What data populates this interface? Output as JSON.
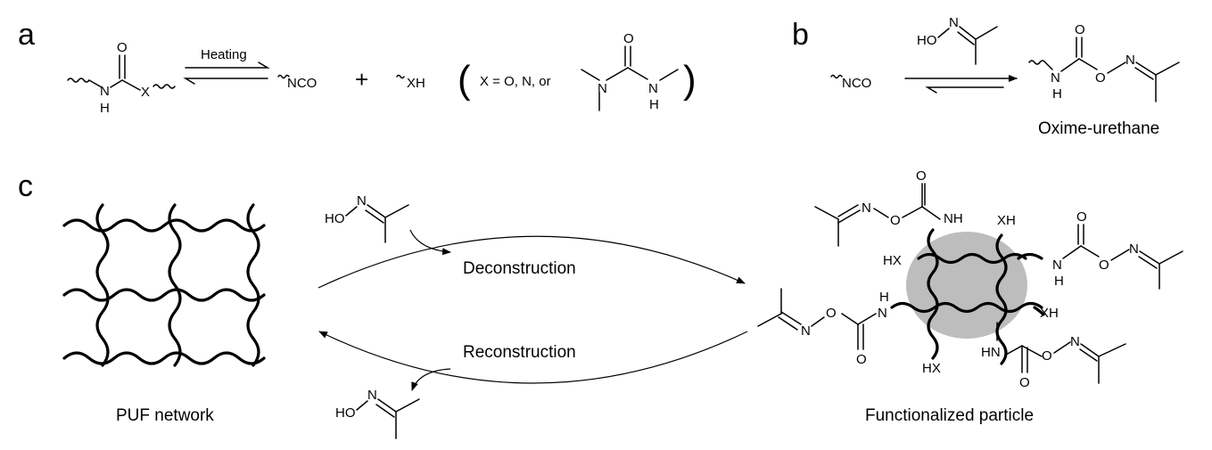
{
  "panels": {
    "a": "a",
    "b": "b",
    "c": "c"
  },
  "panel_a": {
    "condition": "Heating",
    "plus": "+",
    "paren_open": "(",
    "paren_close": ")",
    "x_def": "X = O, N, or",
    "atom_O": "O",
    "atom_H": "H",
    "atom_N": "N",
    "atom_X": "X",
    "atom_NH": "N",
    "nco": "NCO",
    "xh": "XH"
  },
  "panel_b": {
    "reagent_ho": "HO",
    "reagent_n": "N",
    "nco": "NCO",
    "product_label": "Oxime-urethane",
    "atom_O": "O",
    "atom_N": "N",
    "atom_H": "H"
  },
  "panel_c": {
    "left_label": "PUF network",
    "right_label": "Functionalized particle",
    "forward": "Deconstruction",
    "reverse": "Reconstruction",
    "ho": "HO",
    "n": "N",
    "o": "O",
    "nh": "NH",
    "hn": "HN",
    "h": "H",
    "xh": "XH",
    "hx": "HX"
  },
  "colors": {
    "ink": "#000000",
    "particle": "#bdbdbd"
  }
}
